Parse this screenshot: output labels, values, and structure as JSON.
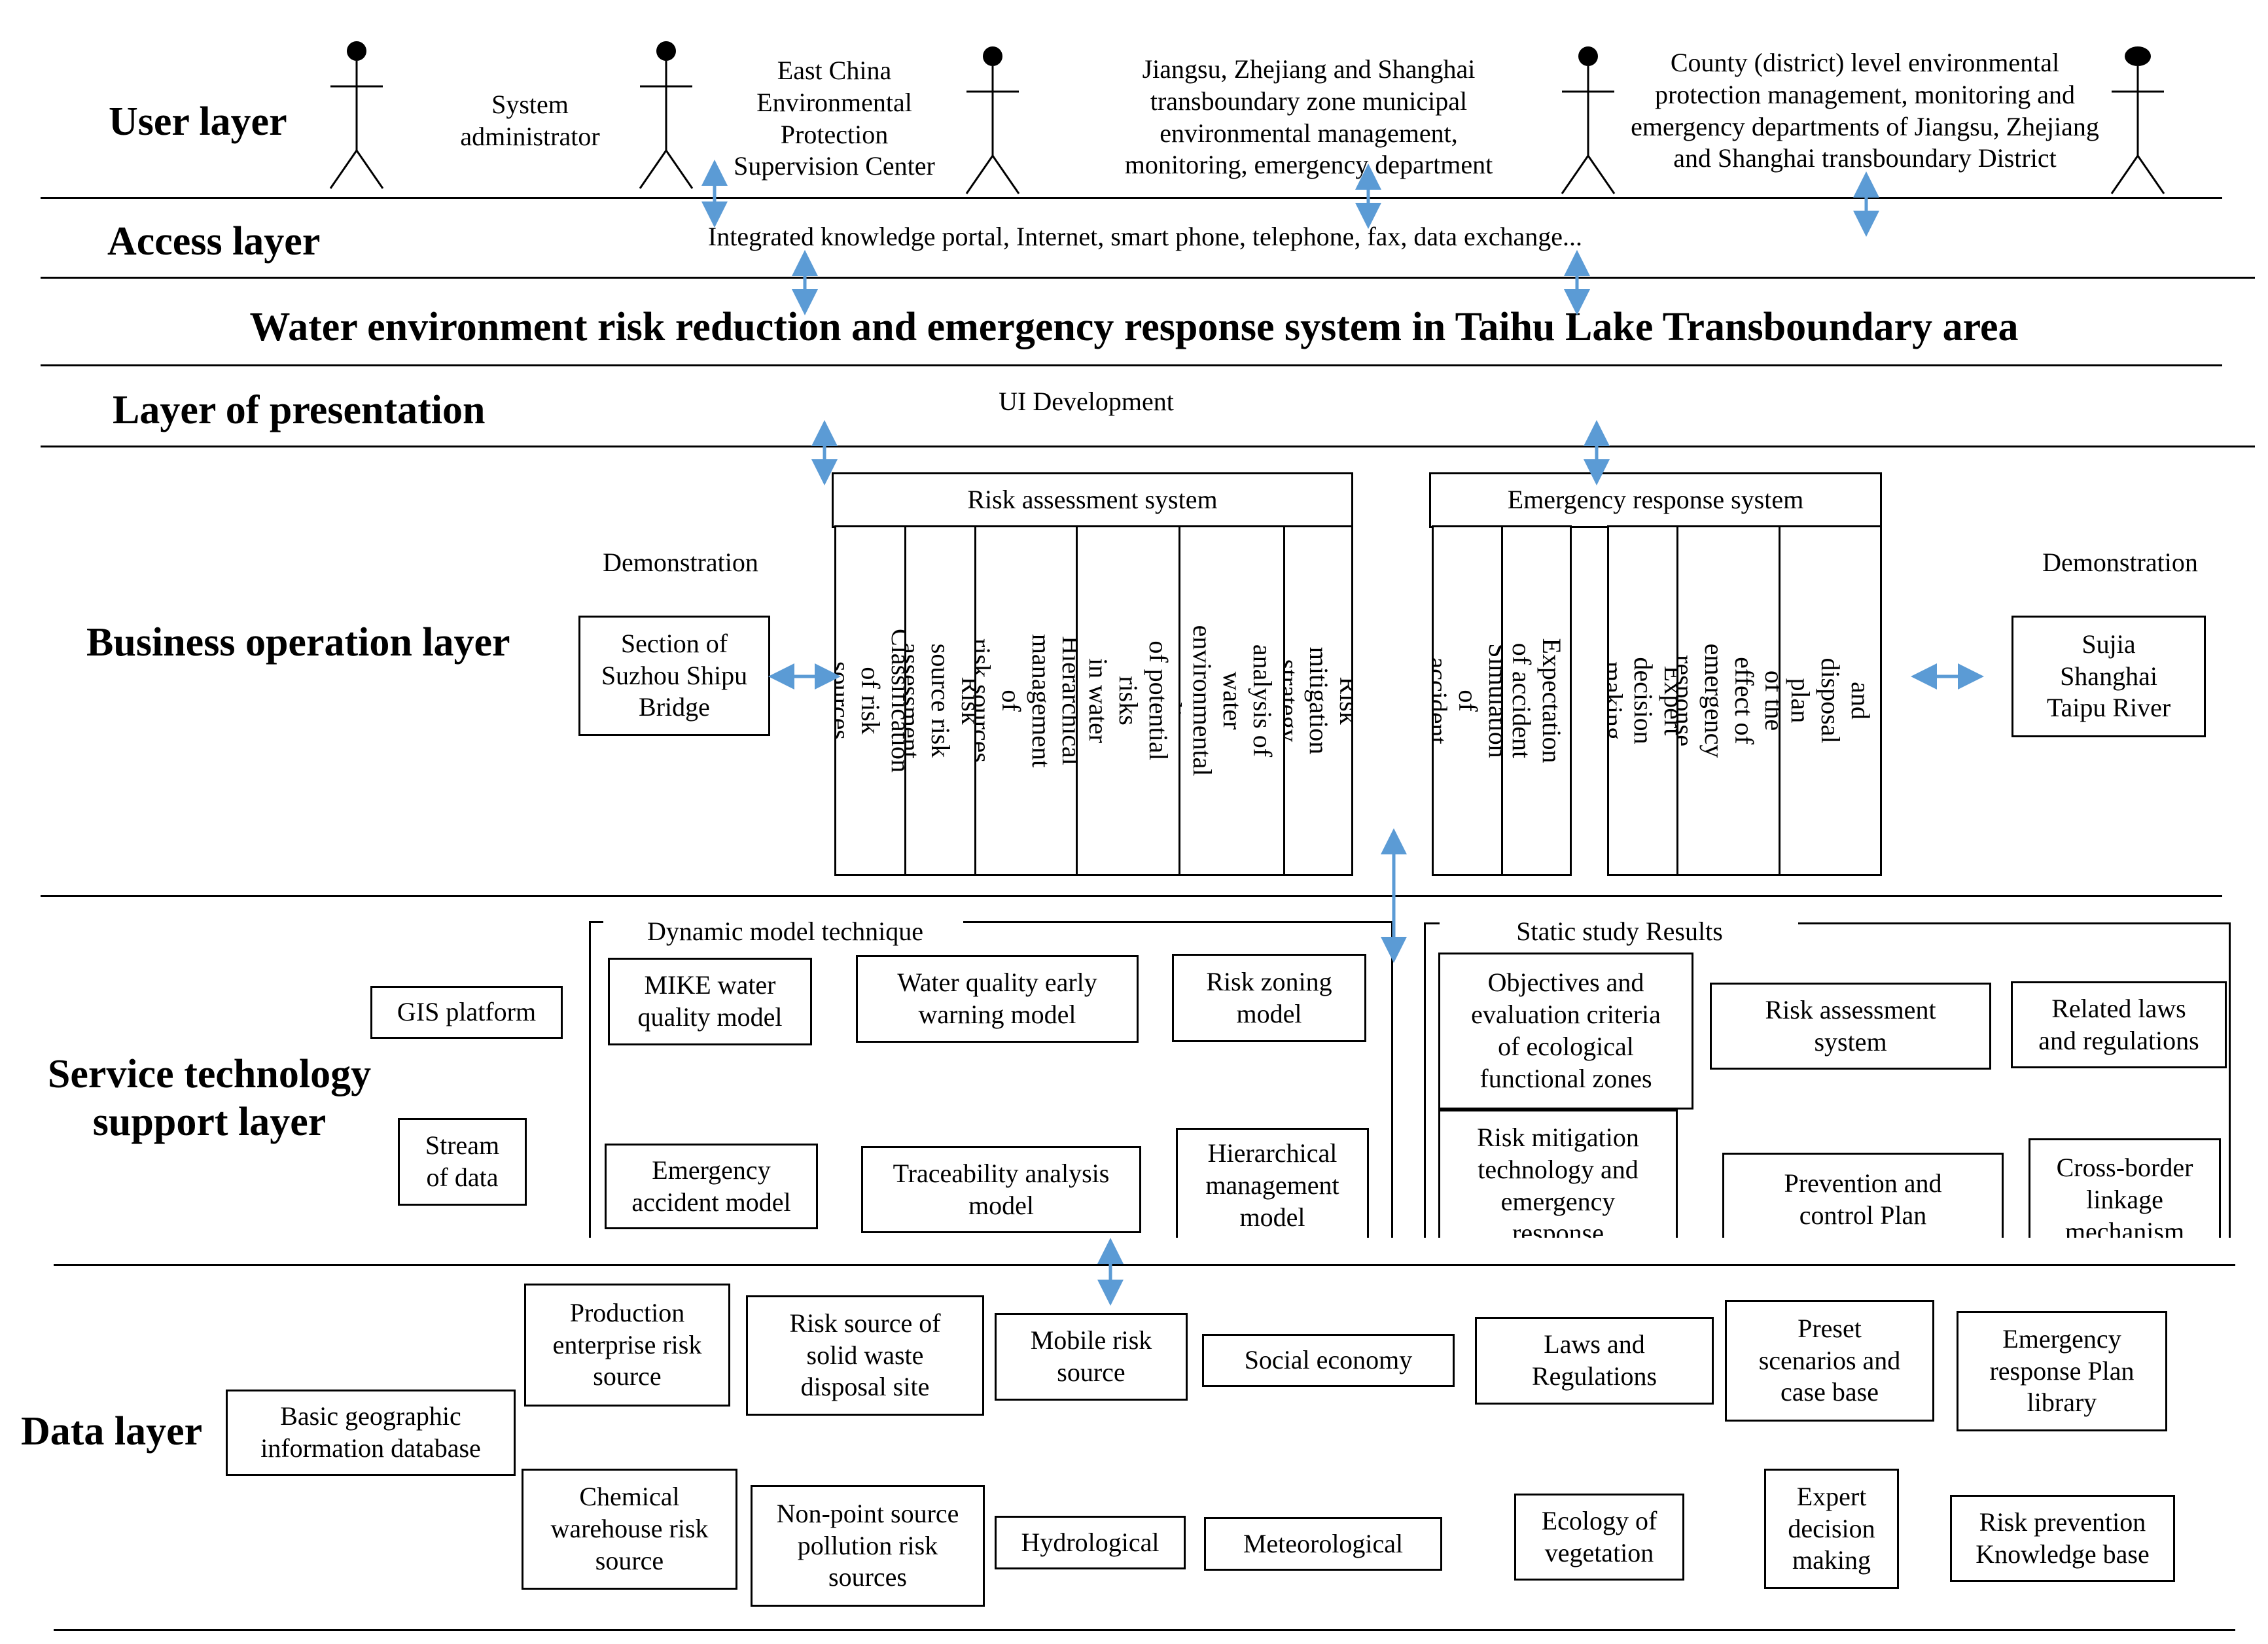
{
  "colors": {
    "arrow": "#5b9bd5",
    "line": "#000000"
  },
  "layers": {
    "user": "User layer",
    "access": "Access layer",
    "presentation": "Layer of presentation",
    "business": "Business operation layer",
    "service": "Service technology\nsupport layer",
    "data": "Data layer"
  },
  "title": "Water environment risk reduction and emergency response system in Taihu Lake Transboundary area",
  "users": [
    "System\nadministrator",
    "East China\nEnvironmental\nProtection\nSupervision Center",
    "Jiangsu, Zhejiang and Shanghai\ntransboundary zone municipal\nenvironmental management,\nmonitoring, emergency department",
    "County (district) level environmental\nprotection management, monitoring and\nemergency departments of Jiangsu, Zhejiang\nand Shanghai transboundary District"
  ],
  "access_text": "Integrated knowledge portal, Internet, smart phone, telephone, fax, data exchange...",
  "ui_development": "UI Development",
  "business": {
    "demo_left_label": "Demonstration",
    "demo_left_box": "Section of\nSuzhou Shipu\nBridge",
    "demo_right_label": "Demonstration",
    "demo_right_box": "Sujia\nShanghai\nTaipu River",
    "risk_system": {
      "title": "Risk assessment system",
      "items": [
        "Classification of risk sources",
        "Risk source risk assessment",
        "Hierarchical management of\nrisk sources",
        "Prediction of potential risks\nin water environment",
        "Trend analysis of water\nenvironmental quality",
        "Risk mitigation strategy"
      ]
    },
    "emergency_system": {
      "title": "Emergency response system",
      "items": [
        "Simulation of accident",
        "Expectation of accident",
        "Expert decision making",
        "Evaluation of the effect of\nemergency response plan",
        "Alert and disposal plan\nissued"
      ]
    }
  },
  "service": {
    "gis": "GIS platform",
    "stream": "Stream\nof data",
    "dynamic": {
      "title": "Dynamic model technique",
      "items": [
        "MIKE water\nquality model",
        "Water quality early\nwarning model",
        "Risk zoning\nmodel",
        "Emergency\naccident model",
        "Traceability analysis\nmodel",
        "Hierarchical\nmanagement\nmodel"
      ]
    },
    "static": {
      "title": "Static study Results",
      "items": [
        "Objectives and\nevaluation criteria\nof ecological\nfunctional zones",
        "Risk assessment\nsystem",
        "Related laws\nand regulations",
        "Risk mitigation\ntechnology and\nemergency\nresponse",
        "Prevention and\ncontrol Plan",
        "Cross-border\nlinkage\nmechanism"
      ]
    }
  },
  "data_layer": {
    "items": [
      "Basic geographic\ninformation database",
      "Production\nenterprise risk\nsource",
      "Risk source of\nsolid waste\ndisposal site",
      "Mobile risk\nsource",
      "Social economy",
      "Laws and\nRegulations",
      "Preset\nscenarios and\ncase base",
      "Emergency\nresponse Plan\nlibrary",
      "Chemical\nwarehouse risk\nsource",
      "Non-point source\npollution risk\nsources",
      "Hydrological",
      "Meteorological",
      "Ecology of\nvegetation",
      "Expert\ndecision\nmaking",
      "Risk prevention\nKnowledge base"
    ]
  }
}
